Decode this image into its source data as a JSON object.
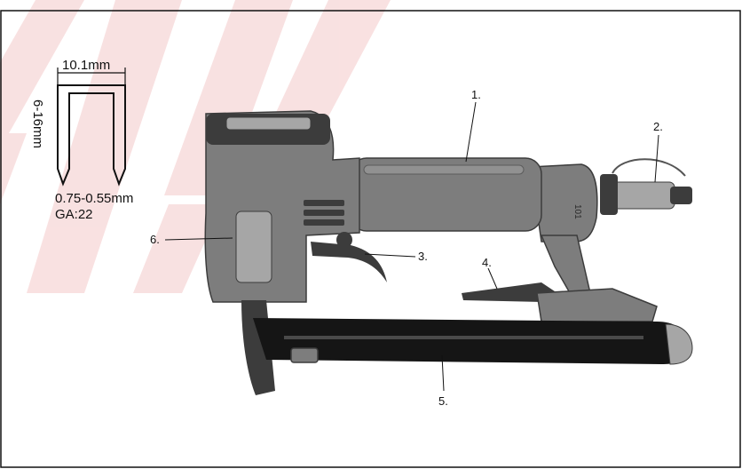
{
  "colors": {
    "watermark": "#f4c9c9",
    "border": "#111111",
    "tool_body": "#7d7d7d",
    "tool_dark": "#3c3c3c",
    "tool_light": "#a6a6a6",
    "magazine": "#151515"
  },
  "staple_spec": {
    "width": "10.1mm",
    "leg_length": "6-16mm",
    "wire": "0.75-0.55mm",
    "gauge": "GA:22"
  },
  "callouts": [
    {
      "id": "1",
      "text": "1."
    },
    {
      "id": "2",
      "text": "2."
    },
    {
      "id": "3",
      "text": "3."
    },
    {
      "id": "4",
      "text": "4."
    },
    {
      "id": "5",
      "text": "5."
    },
    {
      "id": "6",
      "text": "6."
    }
  ]
}
